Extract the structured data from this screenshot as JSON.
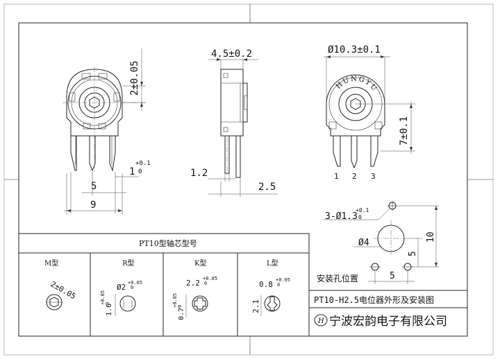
{
  "front_view": {
    "dim_height": "2±0.05",
    "dim_pin_width": "1",
    "dim_pin_tol_upper": "+0.1",
    "dim_pin_tol_lower": "0",
    "dim_pitch": "5",
    "dim_width": "9"
  },
  "side_view": {
    "dim_thickness": "4.5±0.2",
    "dim_pin_thick": "1.2",
    "dim_pin_offset": "2.5"
  },
  "top_view": {
    "dim_diameter": "Ø10.3±0.1",
    "dim_height": "7±0.1",
    "brand_marking": "HUNGYUN",
    "pin_labels": [
      "1",
      "2",
      "3"
    ]
  },
  "mounting": {
    "hole_dim": "3-Ø1.3",
    "hole_tol_upper": "+0.1",
    "hole_tol_lower": "0",
    "shaft_dim": "Ø4",
    "dim_5_v": "5",
    "dim_10": "10",
    "dim_5_h": "5",
    "label": "安装孔位置"
  },
  "table": {
    "title": "PT10型轴芯型号",
    "m": {
      "label": "M型",
      "dim": "2±0.05"
    },
    "r": {
      "label": "R型",
      "dim": "Ø2",
      "tol_u": "+0.05",
      "tol_l": "0",
      "side": "1.6",
      "side_u": "+0.05",
      "side_l": "0"
    },
    "k": {
      "label": "K型",
      "dim": "2.2",
      "tol_u": "+0.05",
      "tol_l": "0",
      "side": "0.7",
      "side_u": "+0.05",
      "side_l": "0"
    },
    "l": {
      "label": "L型",
      "dim": "0.8",
      "tol_u": "+0.05",
      "tol_l": "0",
      "side": "2.1"
    }
  },
  "title_block": {
    "drawing_title": "PT10-H2.5电位器外形及安装图",
    "company_logo": "H",
    "company": "宁波宏韵电子有限公司"
  }
}
